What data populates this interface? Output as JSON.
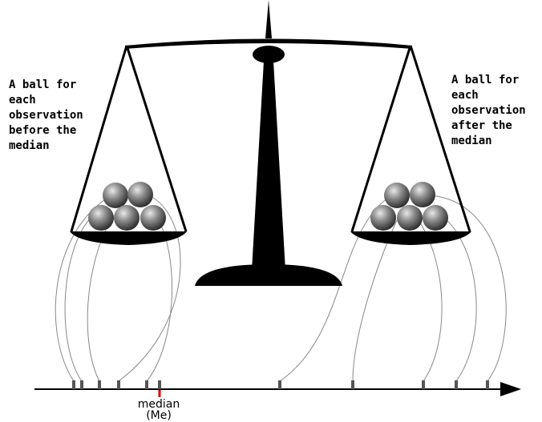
{
  "captions": {
    "left": "A ball for\neach\nobservation\nbefore the\nmedian",
    "right": "A ball for\neach\nobservation\nafter the\nmedian"
  },
  "median": {
    "label": "median",
    "abbreviation": "(Me)"
  },
  "observations": {
    "before_median_count": 5,
    "after_median_count": 5
  },
  "colors": {
    "scale": "#000000",
    "connector": "#888888",
    "tick": "#555555",
    "median_marker": "#e00000",
    "ball_light": "#e8e8e8",
    "ball_dark": "#2a2a2a"
  }
}
